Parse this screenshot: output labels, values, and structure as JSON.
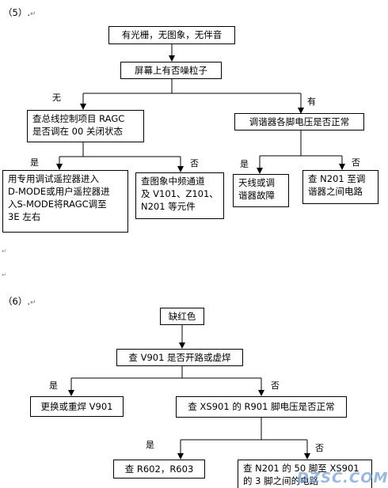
{
  "sections": [
    {
      "id": "5",
      "heading": "（5）.",
      "mark": "↵"
    },
    {
      "id": "6",
      "heading": "（6）.",
      "mark": "↵"
    }
  ],
  "flow5": {
    "start": "有光栅，无图象，无伴音",
    "check_noise": "屏幕上有否噪粒子",
    "branch_no": "无",
    "branch_yes": "有",
    "check_ragc": [
      "查总线控制项目 RAGC",
      "是否调在 00 关闭状态"
    ],
    "check_tuner": "调谐器各脚电压是否正常",
    "ragc_yes": "是",
    "ragc_no": "否",
    "tuner_yes": "是",
    "tuner_no": "否",
    "action_ragc": [
      "用专用调试遥控器进入",
      "D-MODE或用户遥控器进",
      "入S-MODE将RAGC调至",
      "3E 左右"
    ],
    "action_if": [
      "查图象中频通道",
      "及 V101、Z101、",
      "N201 等元件"
    ],
    "action_antenna": [
      "天线或调",
      "谐器故障"
    ],
    "action_n201": [
      "查 N201 至调",
      "谐器之间电路"
    ]
  },
  "flow6": {
    "start": "缺红色",
    "check_v901": "查 V901 是否开路或虚焊",
    "v901_yes": "是",
    "v901_no": "否",
    "action_replace": "更换或重焊 V901",
    "check_xs901": "查 XS901 的 R901 脚电压是否正常",
    "xs_yes": "是",
    "xs_no": "否",
    "action_r602": "查 R602，R603",
    "action_n201": [
      "查 N201 的 50 脚至 XS901",
      "的 3 脚之间的电路"
    ]
  },
  "watermark": "DZSC.COM",
  "colors": {
    "line": "#000000",
    "watermark": "#7fa8d8",
    "mark": "#777777"
  }
}
